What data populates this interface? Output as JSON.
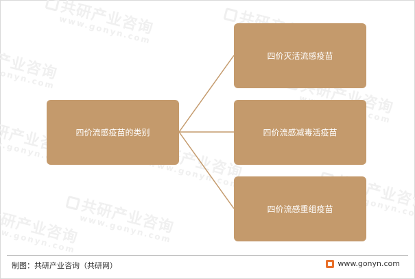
{
  "diagram": {
    "root": {
      "label": "四价流感疫苗的类别"
    },
    "children": [
      {
        "label": "四价灭活流感疫苗"
      },
      {
        "label": "四价流感减毒活疫苗"
      },
      {
        "label": "四价流感重组疫苗"
      }
    ],
    "connector_color": "#c49a6c",
    "node_color": "#c49a6c"
  },
  "footer": {
    "source": "制图：共研产业咨询（共研网）",
    "website": "www.gonyn.com"
  },
  "watermark": {
    "brand": "共研产业咨询",
    "url": "www.gonyn.com"
  }
}
